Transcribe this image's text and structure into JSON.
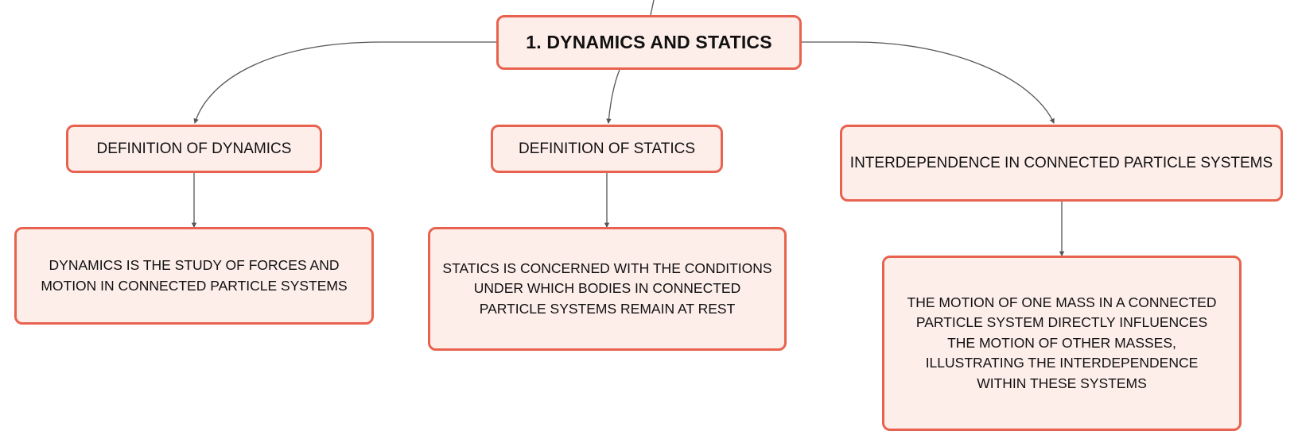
{
  "diagram": {
    "root": {
      "label": "1. DYNAMICS AND STATICS"
    },
    "branches": [
      {
        "title": "DEFINITION OF DYNAMICS",
        "detail": "DYNAMICS IS THE STUDY OF FORCES AND MOTION IN CONNECTED PARTICLE SYSTEMS"
      },
      {
        "title": "DEFINITION OF STATICS",
        "detail": "STATICS IS CONCERNED WITH THE CONDITIONS UNDER WHICH BODIES IN CONNECTED PARTICLE SYSTEMS REMAIN AT REST"
      },
      {
        "title": "INTERDEPENDENCE IN CONNECTED PARTICLE SYSTEMS",
        "detail": "THE MOTION OF ONE MASS IN A CONNECTED PARTICLE SYSTEM DIRECTLY INFLUENCES THE MOTION OF OTHER MASSES, ILLUSTRATING THE INTERDEPENDENCE WITHIN THESE SYSTEMS"
      }
    ],
    "colors": {
      "node_fill": "#fdeeea",
      "node_border": "#e8634f",
      "connector": "#555555",
      "text": "#111111"
    }
  }
}
